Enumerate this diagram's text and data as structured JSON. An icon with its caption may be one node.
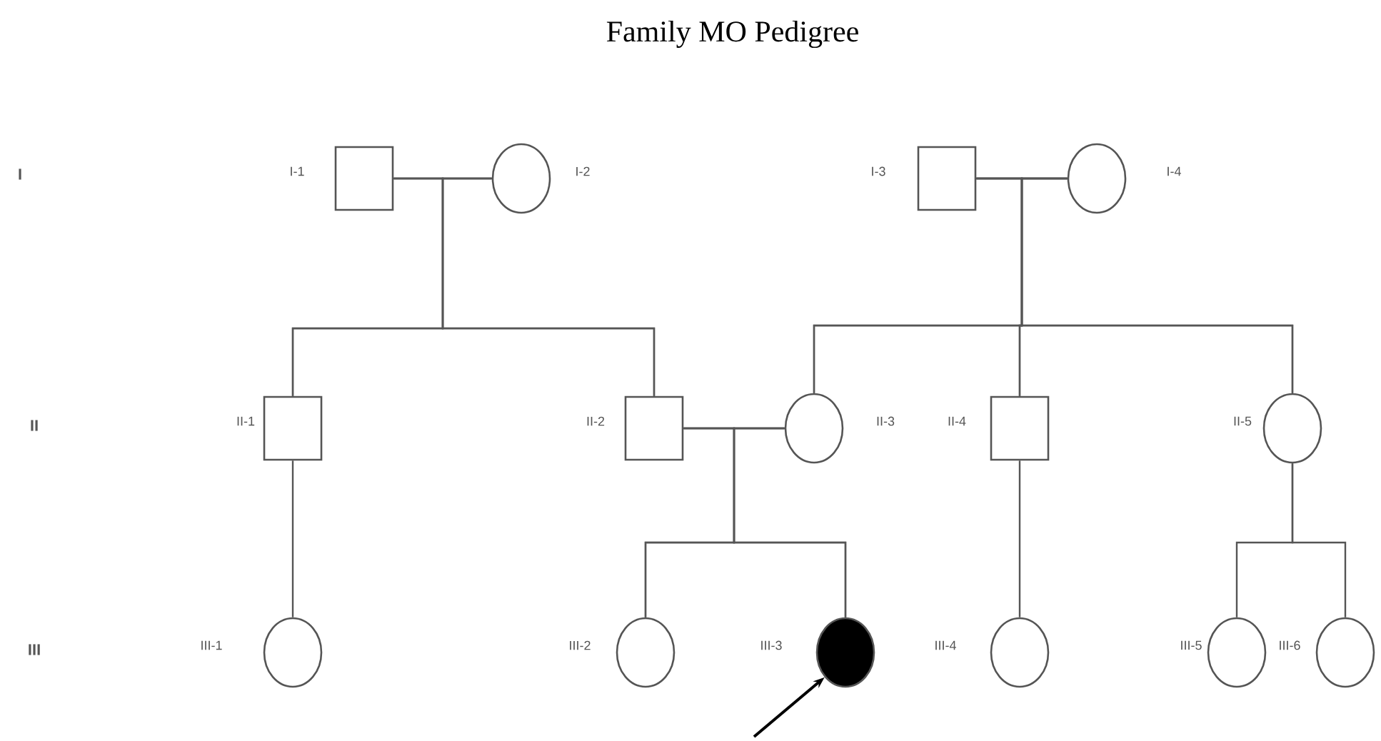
{
  "diagram": {
    "title": "Family MO Pedigree",
    "nodes": [
      {
        "text": [],
        "shape": "box",
        "beside": [
          "I-1"
        ]
      },
      {
        "text": [],
        "shape": "circle",
        "beside": [
          "I-2"
        ]
      },
      {
        "text": [],
        "shape": "box",
        "beside": [
          "I-3"
        ]
      },
      {
        "text": [],
        "shape": "circle",
        "beside": [
          "I-4"
        ]
      },
      {
        "text": [],
        "shape": "box",
        "beside": [
          "II-1"
        ]
      },
      {
        "text": [],
        "shape": "box",
        "beside": [
          "II-2"
        ]
      },
      {
        "text": [],
        "shape": "circle",
        "beside": [
          "II-3"
        ]
      },
      {
        "text": [],
        "shape": "box",
        "beside": [
          "II-4"
        ]
      },
      {
        "text": [],
        "shape": "circle",
        "beside": [
          "II-5"
        ]
      },
      {
        "text": [],
        "shape": "circle",
        "beside": [
          "III-1"
        ]
      },
      {
        "text": [],
        "shape": "circle",
        "beside": [
          "III-2"
        ]
      },
      {
        "text": [],
        "shape": "disc",
        "beside": [
          "III-3"
        ]
      },
      {
        "text": [],
        "shape": "circle",
        "beside": [
          "III-4"
        ]
      },
      {
        "text": [],
        "shape": "circle",
        "beside": [
          "III-5"
        ]
      },
      {
        "text": [],
        "shape": "circle",
        "beside": [
          "III-6"
        ]
      }
    ],
    "edges": [
      {
        "from": 0,
        "to": 1,
        "arrow": "none"
      },
      {
        "from": 2,
        "to": 3,
        "arrow": "none"
      },
      {
        "from": 5,
        "to": 6,
        "arrow": "none"
      },
      {
        "from": 0,
        "to": 4,
        "arrow": "none"
      },
      {
        "from": 1,
        "to": 4,
        "arrow": "none"
      },
      {
        "from": 0,
        "to": 5,
        "arrow": "none"
      },
      {
        "from": 1,
        "to": 5,
        "arrow": "none"
      },
      {
        "from": 2,
        "to": 6,
        "arrow": "none"
      },
      {
        "from": 3,
        "to": 6,
        "arrow": "none"
      },
      {
        "from": 2,
        "to": 7,
        "arrow": "none"
      },
      {
        "from": 3,
        "to": 7,
        "arrow": "none"
      },
      {
        "from": 2,
        "to": 8,
        "arrow": "none"
      },
      {
        "from": 3,
        "to": 8,
        "arrow": "none"
      },
      {
        "from": 4,
        "to": 9,
        "arrow": "none"
      },
      {
        "from": 5,
        "to": 10,
        "arrow": "none"
      },
      {
        "from": 6,
        "to": 10,
        "arrow": "none"
      },
      {
        "from": 5,
        "to": 11,
        "arrow": "none"
      },
      {
        "from": 6,
        "to": 11,
        "arrow": "none"
      },
      {
        "from": 7,
        "to": 12,
        "arrow": "none"
      },
      {
        "from": 8,
        "to": 13,
        "arrow": "none"
      },
      {
        "from": 8,
        "to": 14,
        "arrow": "none"
      },
      {
        "from": null,
        "to": 11,
        "arrow": "to"
      }
    ],
    "labels": [
      "I",
      "II",
      "III"
    ]
  }
}
